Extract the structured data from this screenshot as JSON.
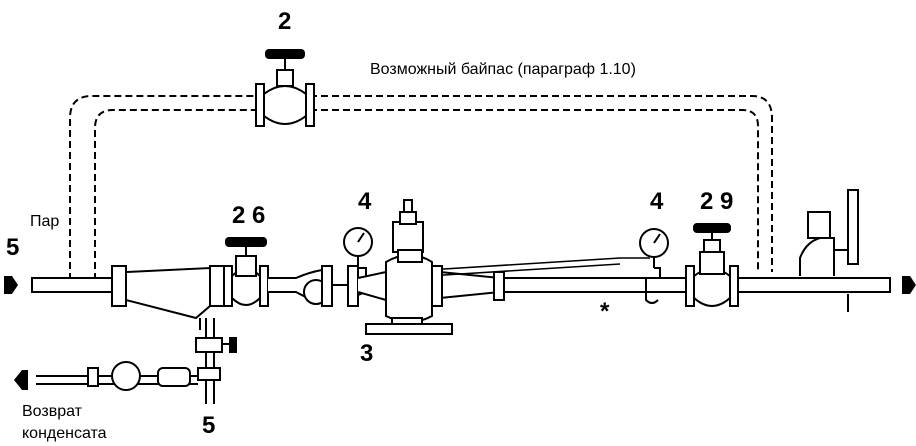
{
  "labels": {
    "bypass": "Возможный байпас (параграф 1.10)",
    "steam": "Пар",
    "condensate_line1": "Возврат",
    "condensate_line2": "конденсата",
    "asterisk": "*"
  },
  "callouts": {
    "bypass_valve": "2",
    "steam_inlet": "5",
    "inlet_valve_pair": "2 6",
    "gauge_inlet": "4",
    "reducing_valve": "3",
    "gauge_outlet": "4",
    "outlet_valve_pair": "2 9",
    "trap_outlet": "5"
  },
  "colors": {
    "line": "#000000",
    "background": "#ffffff"
  }
}
